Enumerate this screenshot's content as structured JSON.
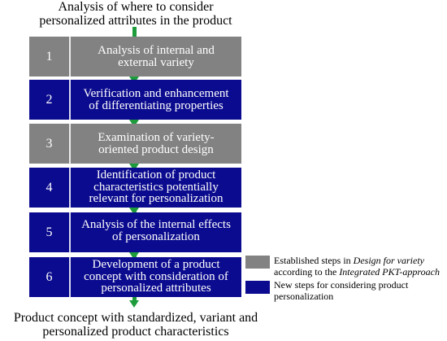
{
  "diagram": {
    "colors": {
      "established": "#828282",
      "new": "#0b0b8f",
      "arrow": "#1e9c3c"
    },
    "input_label": "Analysis of where to consider\npersonalized attributes in the product",
    "output_label": "Product concept with standardized, variant and\npersonalized product characteristics",
    "steps": [
      {
        "number": "1",
        "label": "Analysis of internal and\nexternal variety",
        "kind": "established"
      },
      {
        "number": "2",
        "label": "Verification and enhancement\nof differentiating properties",
        "kind": "new"
      },
      {
        "number": "3",
        "label": "Examination of variety-\noriented product design",
        "kind": "established"
      },
      {
        "number": "4",
        "label": "Identification of product\ncharacteristics potentially\nrelevant for personalization",
        "kind": "new"
      },
      {
        "number": "5",
        "label": "Analysis of the internal effects\nof personalization",
        "kind": "new"
      },
      {
        "number": "6",
        "label": "Development of a product\nconcept with consideration of\npersonalized attributes",
        "kind": "new"
      }
    ],
    "legend": {
      "established": {
        "part1": "Established steps in ",
        "italic1": "Design for variety",
        "part2": "according to the ",
        "italic2": "Integrated PKT-approach"
      },
      "new": {
        "text": "New steps for considering product personalization"
      }
    }
  }
}
